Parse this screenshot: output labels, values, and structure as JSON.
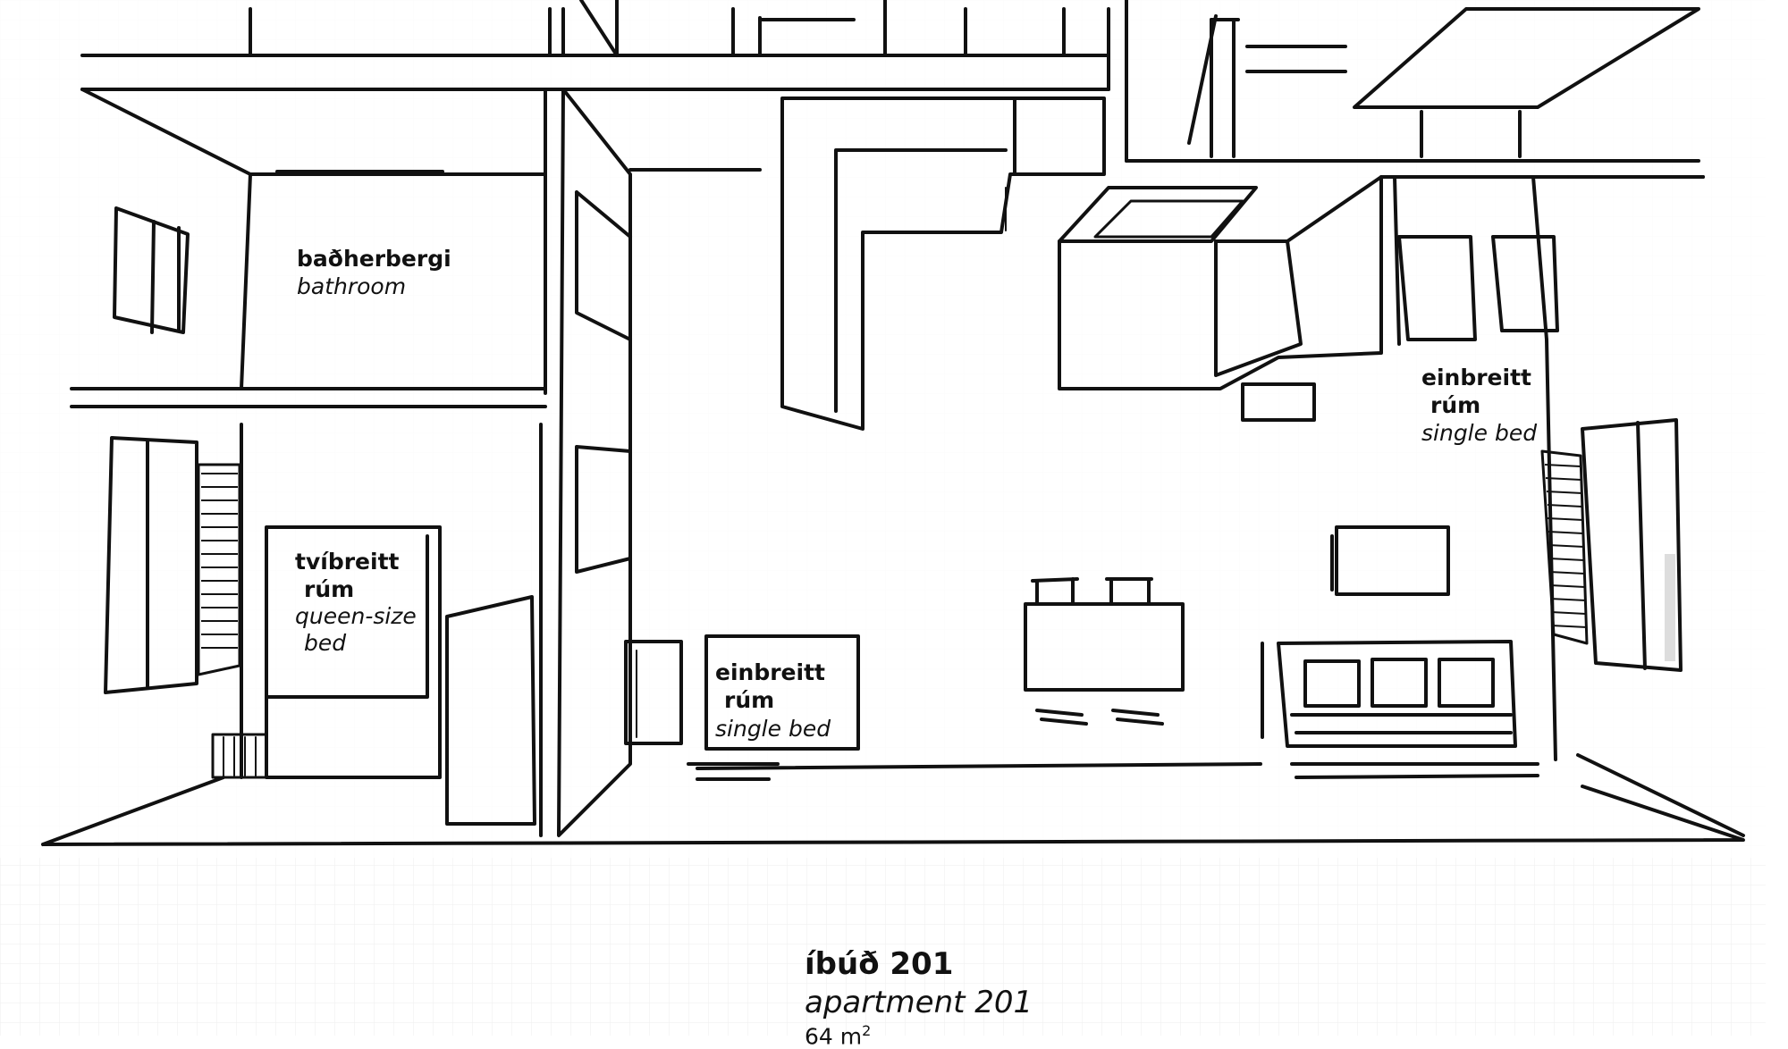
{
  "rooms": {
    "bathroom": {
      "is": "baðherbergi",
      "en": "bathroom"
    },
    "queen_bed": {
      "is_line1": "tvíbreitt",
      "is_line2": "rúm",
      "en_line1": "queen-size",
      "en_line2": "bed"
    },
    "single_bed_center": {
      "is_line1": "einbreitt",
      "is_line2": "rúm",
      "en": "single bed"
    },
    "single_bed_right": {
      "is_line1": "einbreitt",
      "is_line2": "rúm",
      "en": "single bed"
    }
  },
  "apartment": {
    "is": "íbúð 201",
    "en": "apartment 201",
    "area_value": "64 m",
    "area_sup": "2"
  },
  "colors": {
    "line": "#111111",
    "grid": "#ededed",
    "background": "#ffffff"
  }
}
